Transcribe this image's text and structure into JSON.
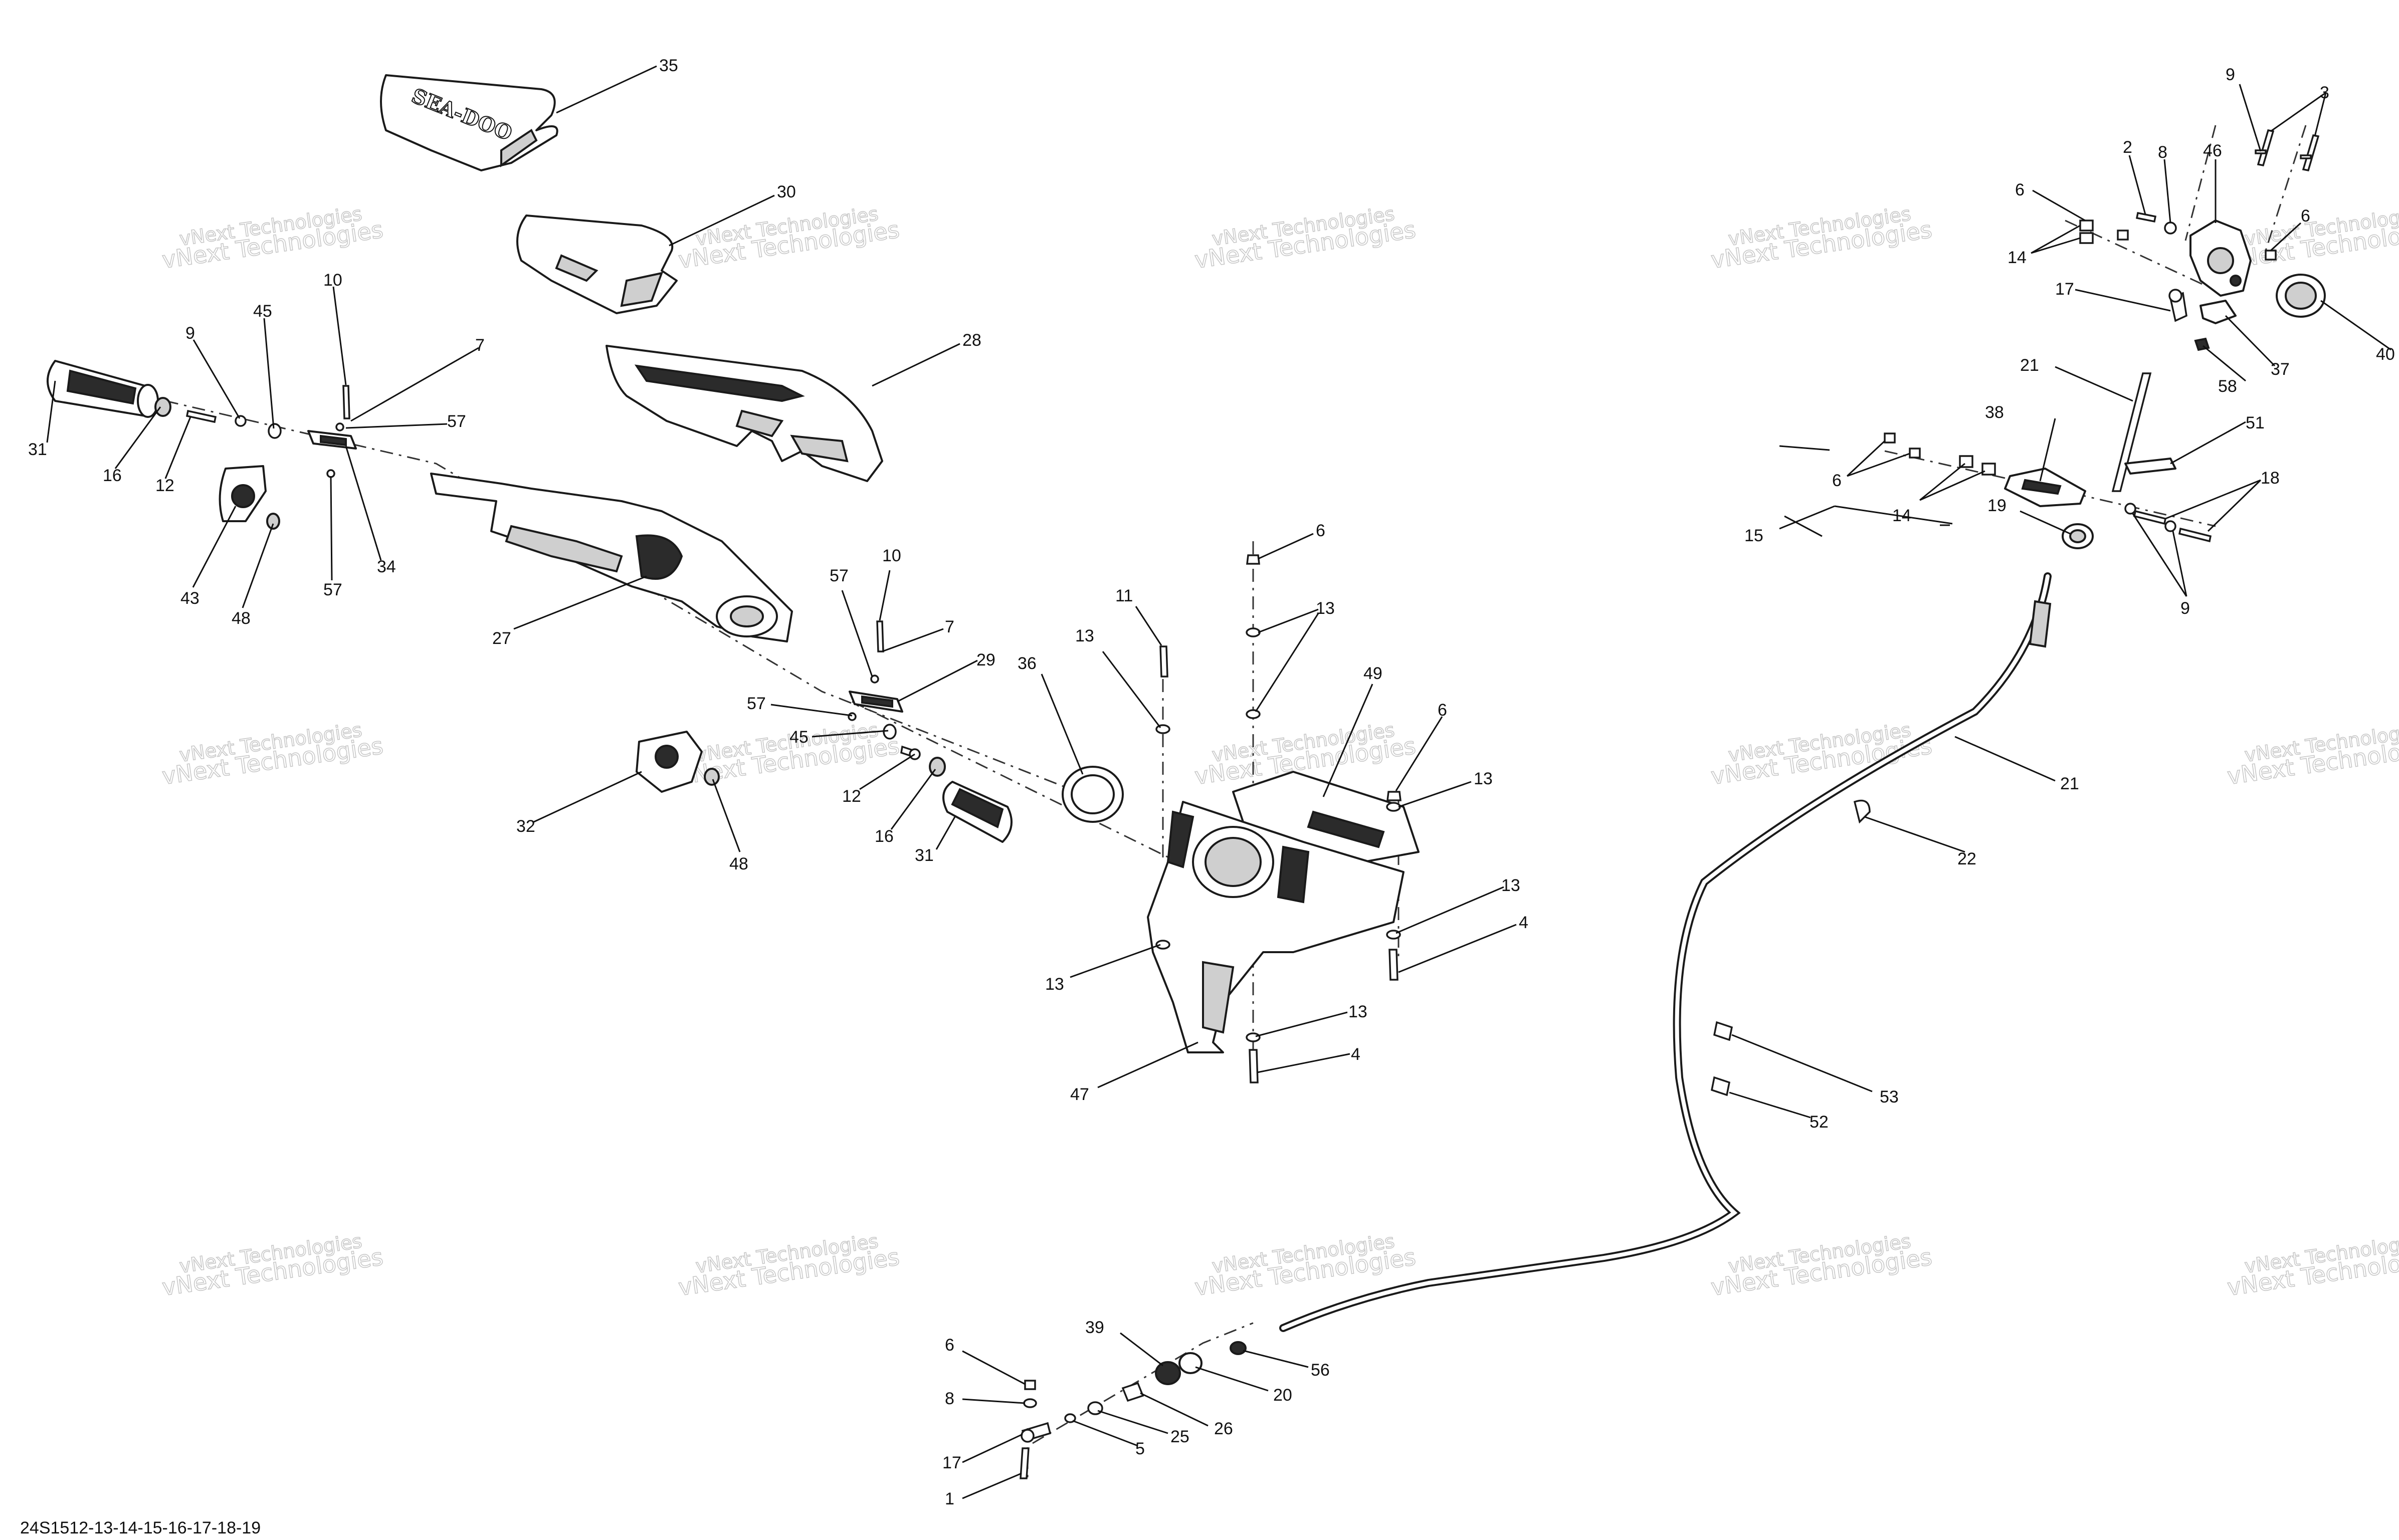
{
  "drawing_reference": "24S1512-13-14-15-16-17-18-19",
  "watermark": {
    "line1": "vNext Technologies",
    "line2": "vNext Technologies"
  },
  "cover_logo": "SEA-DOO",
  "callouts": [
    {
      "id": "c35",
      "label": "35"
    },
    {
      "id": "c30",
      "label": "30"
    },
    {
      "id": "c28",
      "label": "28"
    },
    {
      "id": "c10a",
      "label": "10"
    },
    {
      "id": "c7a",
      "label": "7"
    },
    {
      "id": "c9a",
      "label": "9"
    },
    {
      "id": "c45a",
      "label": "45"
    },
    {
      "id": "c57a",
      "label": "57"
    },
    {
      "id": "c31a",
      "label": "31"
    },
    {
      "id": "c16a",
      "label": "16"
    },
    {
      "id": "c12a",
      "label": "12"
    },
    {
      "id": "c57b",
      "label": "57"
    },
    {
      "id": "c34",
      "label": "34"
    },
    {
      "id": "c43",
      "label": "43"
    },
    {
      "id": "c48a",
      "label": "48"
    },
    {
      "id": "c27",
      "label": "27"
    },
    {
      "id": "c10b",
      "label": "10"
    },
    {
      "id": "c57c",
      "label": "57"
    },
    {
      "id": "c7b",
      "label": "7"
    },
    {
      "id": "c29",
      "label": "29"
    },
    {
      "id": "c57d",
      "label": "57"
    },
    {
      "id": "c45b",
      "label": "45"
    },
    {
      "id": "c32",
      "label": "32"
    },
    {
      "id": "c12b",
      "label": "12"
    },
    {
      "id": "c16b",
      "label": "16"
    },
    {
      "id": "c31b",
      "label": "31"
    },
    {
      "id": "c48b",
      "label": "48"
    },
    {
      "id": "c36",
      "label": "36"
    },
    {
      "id": "c11",
      "label": "11"
    },
    {
      "id": "c13a",
      "label": "13"
    },
    {
      "id": "c6a",
      "label": "6"
    },
    {
      "id": "c13b",
      "label": "13"
    },
    {
      "id": "c49",
      "label": "49"
    },
    {
      "id": "c6b",
      "label": "6"
    },
    {
      "id": "c13c",
      "label": "13"
    },
    {
      "id": "c13d",
      "label": "13"
    },
    {
      "id": "c4a",
      "label": "4"
    },
    {
      "id": "c13e",
      "label": "13"
    },
    {
      "id": "c13f",
      "label": "13"
    },
    {
      "id": "c4b",
      "label": "4"
    },
    {
      "id": "c47",
      "label": "47"
    },
    {
      "id": "c9b",
      "label": "9"
    },
    {
      "id": "c3",
      "label": "3"
    },
    {
      "id": "c2",
      "label": "2"
    },
    {
      "id": "c8a",
      "label": "8"
    },
    {
      "id": "c46",
      "label": "46"
    },
    {
      "id": "c6c",
      "label": "6"
    },
    {
      "id": "c6d",
      "label": "6"
    },
    {
      "id": "c14a",
      "label": "14"
    },
    {
      "id": "c17a",
      "label": "17"
    },
    {
      "id": "c40",
      "label": "40"
    },
    {
      "id": "c37",
      "label": "37"
    },
    {
      "id": "c58",
      "label": "58"
    },
    {
      "id": "c21a",
      "label": "21"
    },
    {
      "id": "c38",
      "label": "38"
    },
    {
      "id": "c51",
      "label": "51"
    },
    {
      "id": "c6e",
      "label": "6"
    },
    {
      "id": "c14b",
      "label": "14"
    },
    {
      "id": "c15",
      "label": "15"
    },
    {
      "id": "c19",
      "label": "19"
    },
    {
      "id": "c18",
      "label": "18"
    },
    {
      "id": "c9c",
      "label": "9"
    },
    {
      "id": "c21b",
      "label": "21"
    },
    {
      "id": "c22",
      "label": "22"
    },
    {
      "id": "c53",
      "label": "53"
    },
    {
      "id": "c52",
      "label": "52"
    },
    {
      "id": "c39",
      "label": "39"
    },
    {
      "id": "c56",
      "label": "56"
    },
    {
      "id": "c20",
      "label": "20"
    },
    {
      "id": "c26",
      "label": "26"
    },
    {
      "id": "c25",
      "label": "25"
    },
    {
      "id": "c5",
      "label": "5"
    },
    {
      "id": "c6f",
      "label": "6"
    },
    {
      "id": "c8b",
      "label": "8"
    },
    {
      "id": "c17b",
      "label": "17"
    },
    {
      "id": "c1",
      "label": "1"
    }
  ]
}
